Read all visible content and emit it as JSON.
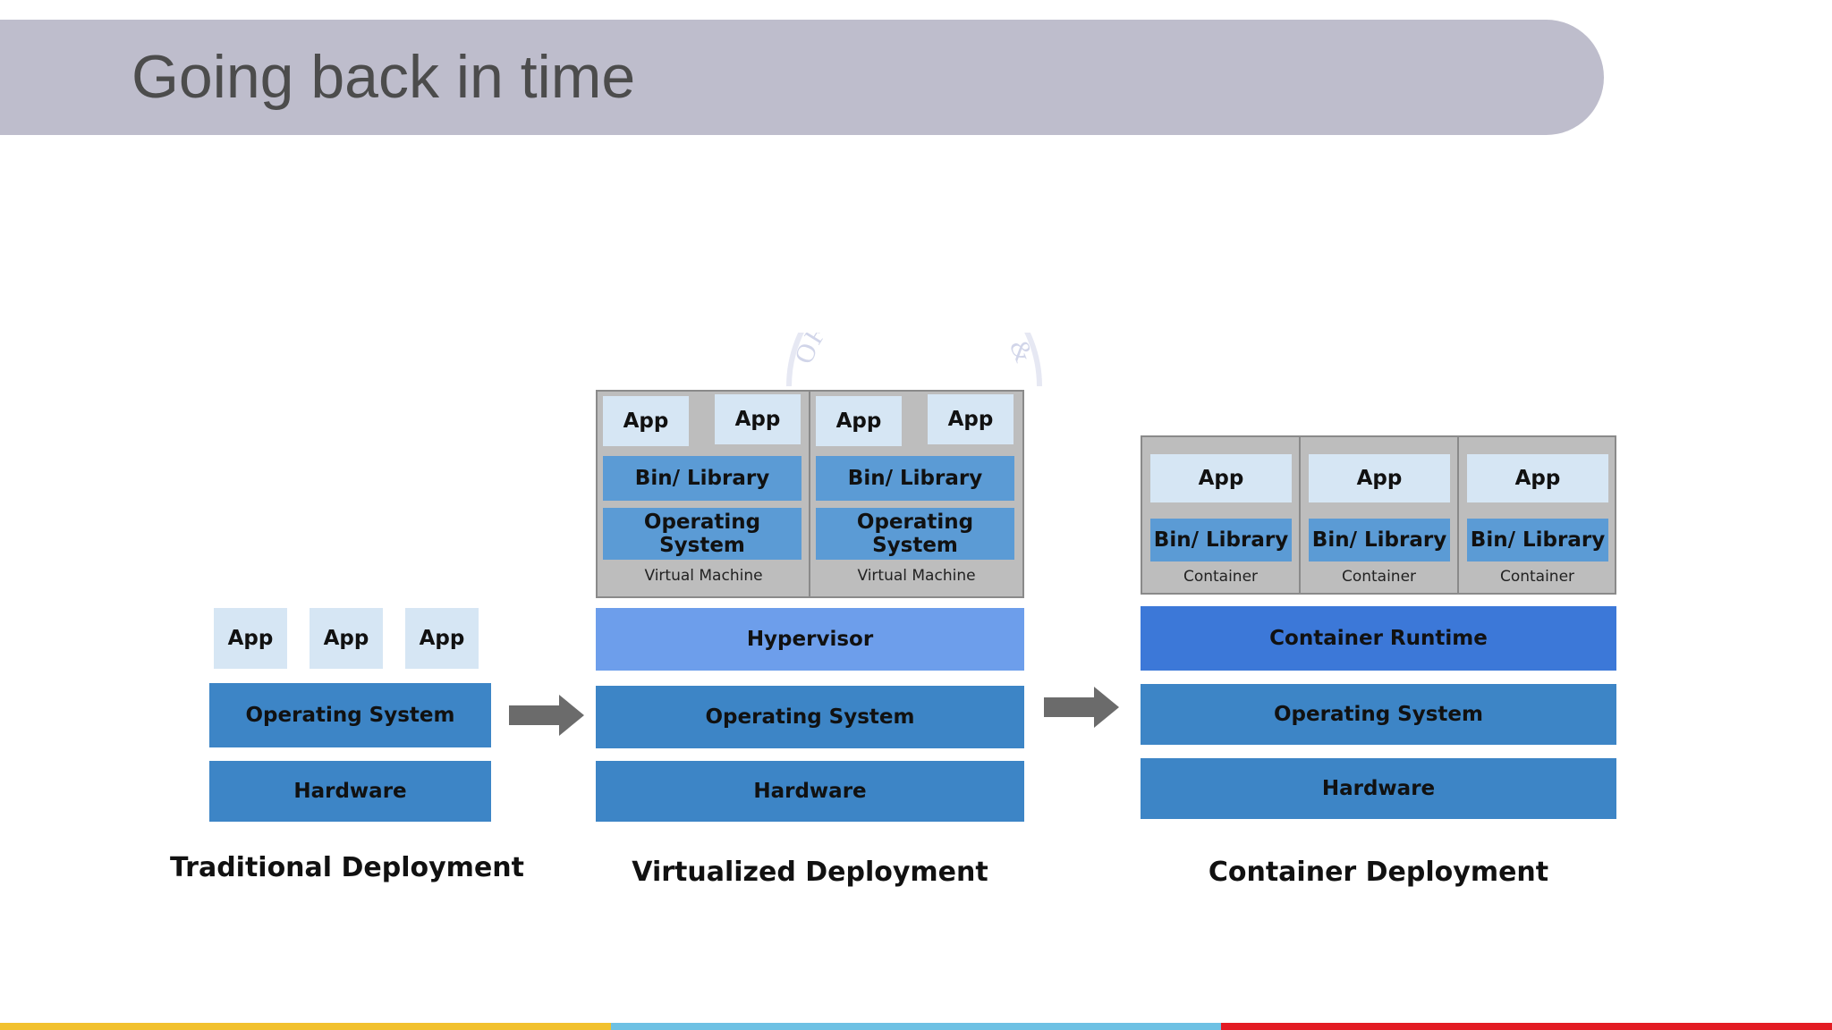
{
  "slide": {
    "title": "Going back in time"
  },
  "traditional": {
    "apps": [
      "App",
      "App",
      "App"
    ],
    "os": "Operating System",
    "hardware": "Hardware",
    "caption": "Traditional Deployment"
  },
  "virtualized": {
    "vms": [
      {
        "apps": [
          "App",
          "App"
        ],
        "library": "Bin/ Library",
        "os": "Operating System",
        "label": "Virtual Machine"
      },
      {
        "apps": [
          "App",
          "App"
        ],
        "library": "Bin/ Library",
        "os": "Operating System",
        "label": "Virtual Machine"
      }
    ],
    "hypervisor": "Hypervisor",
    "os": "Operating System",
    "hardware": "Hardware",
    "caption": "Virtualized Deployment"
  },
  "container": {
    "containers": [
      {
        "app": "App",
        "library": "Bin/ Library",
        "label": "Container"
      },
      {
        "app": "App",
        "library": "Bin/ Library",
        "label": "Container"
      },
      {
        "app": "App",
        "library": "Bin/ Library",
        "label": "Container"
      }
    ],
    "runtime": "Container Runtime",
    "os": "Operating System",
    "hardware": "Hardware",
    "caption": "Container Deployment"
  },
  "seal": {
    "text": "OF TECHNOLOGY &"
  },
  "colors": {
    "banner": "#bebdcc",
    "app": "#d6e6f4",
    "library": "#5b9bd5",
    "os": "#3d85c6",
    "hypervisor": "#6d9eeb",
    "runtime": "#3c78d8",
    "frame": "#bdbdbd",
    "arrow": "#6b6b6b",
    "bar_yellow": "#f2c12e",
    "bar_blue": "#6ec1e4",
    "bar_red": "#e31b23"
  }
}
